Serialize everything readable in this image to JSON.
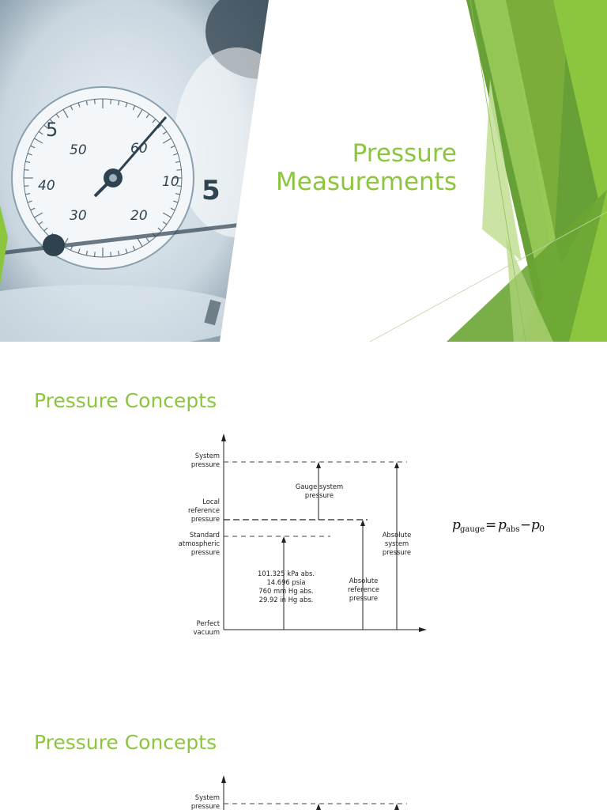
{
  "slides": [
    {
      "title_line1": "Pressure",
      "title_line2": "Measurements",
      "image": "stopwatch-dial",
      "dial_labels": [
        "50",
        "60",
        "40",
        "10",
        "30",
        "20",
        "5",
        "5"
      ]
    },
    {
      "heading": "Pressure Concepts",
      "diagram": {
        "left_labels": {
          "system": [
            "System",
            "pressure"
          ],
          "local": [
            "Local",
            "reference",
            "pressure"
          ],
          "standard": [
            "Standard",
            "atmospheric",
            "pressure"
          ],
          "vacuum": [
            "Perfect",
            "vacuum"
          ]
        },
        "gauge": [
          "Gauge system",
          "pressure"
        ],
        "atm_values": [
          "101.325 kPa abs.",
          "14.696 psia",
          "760 mm Hg abs.",
          "29.92 in Hg abs."
        ],
        "abs_ref": [
          "Absolute",
          "reference",
          "pressure"
        ],
        "abs_sys": [
          "Absolute",
          "system",
          "pressure"
        ]
      },
      "formula": {
        "p": "p",
        "gauge": "gauge",
        "eq": "=",
        "abs": "abs",
        "minus": "−",
        "zero": "0"
      }
    },
    {
      "heading": "Pressure Concepts",
      "diagram": {
        "left_labels": {
          "system": [
            "System",
            "pressure"
          ]
        }
      }
    }
  ],
  "colors": {
    "accent": "#8cc63e",
    "dark_green": "#5e9b2c",
    "light_green": "#c5e19a"
  }
}
